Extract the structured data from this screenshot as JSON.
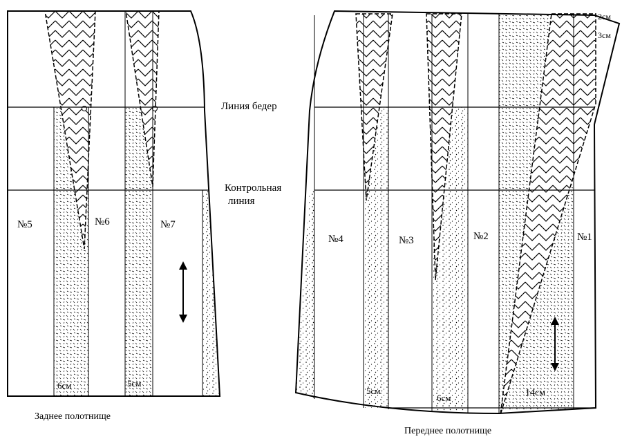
{
  "labels": {
    "hip_line": "Линия бедер",
    "control_line_1": "Контрольная",
    "control_line_2": "линия",
    "back_panel": "Заднее полотнище",
    "front_panel": "Переднее полотнище",
    "panel_1": "№1",
    "panel_2": "№2",
    "panel_3": "№3",
    "panel_4": "№4",
    "panel_5": "№5",
    "panel_6": "№6",
    "panel_7": "№7",
    "back_width_6": "6см",
    "back_width_5": "5см",
    "front_width_5": "5см",
    "front_width_6": "6см",
    "front_width_14": "14см",
    "top_offset_2": "2см",
    "top_offset_3": "3см"
  },
  "icons": {
    "grain_arrow": "double-arrow-vertical-icon",
    "dart_fill": "chevron-hatch"
  },
  "colors": {
    "line": "#000000",
    "background": "#ffffff",
    "stipple": "#000000"
  }
}
